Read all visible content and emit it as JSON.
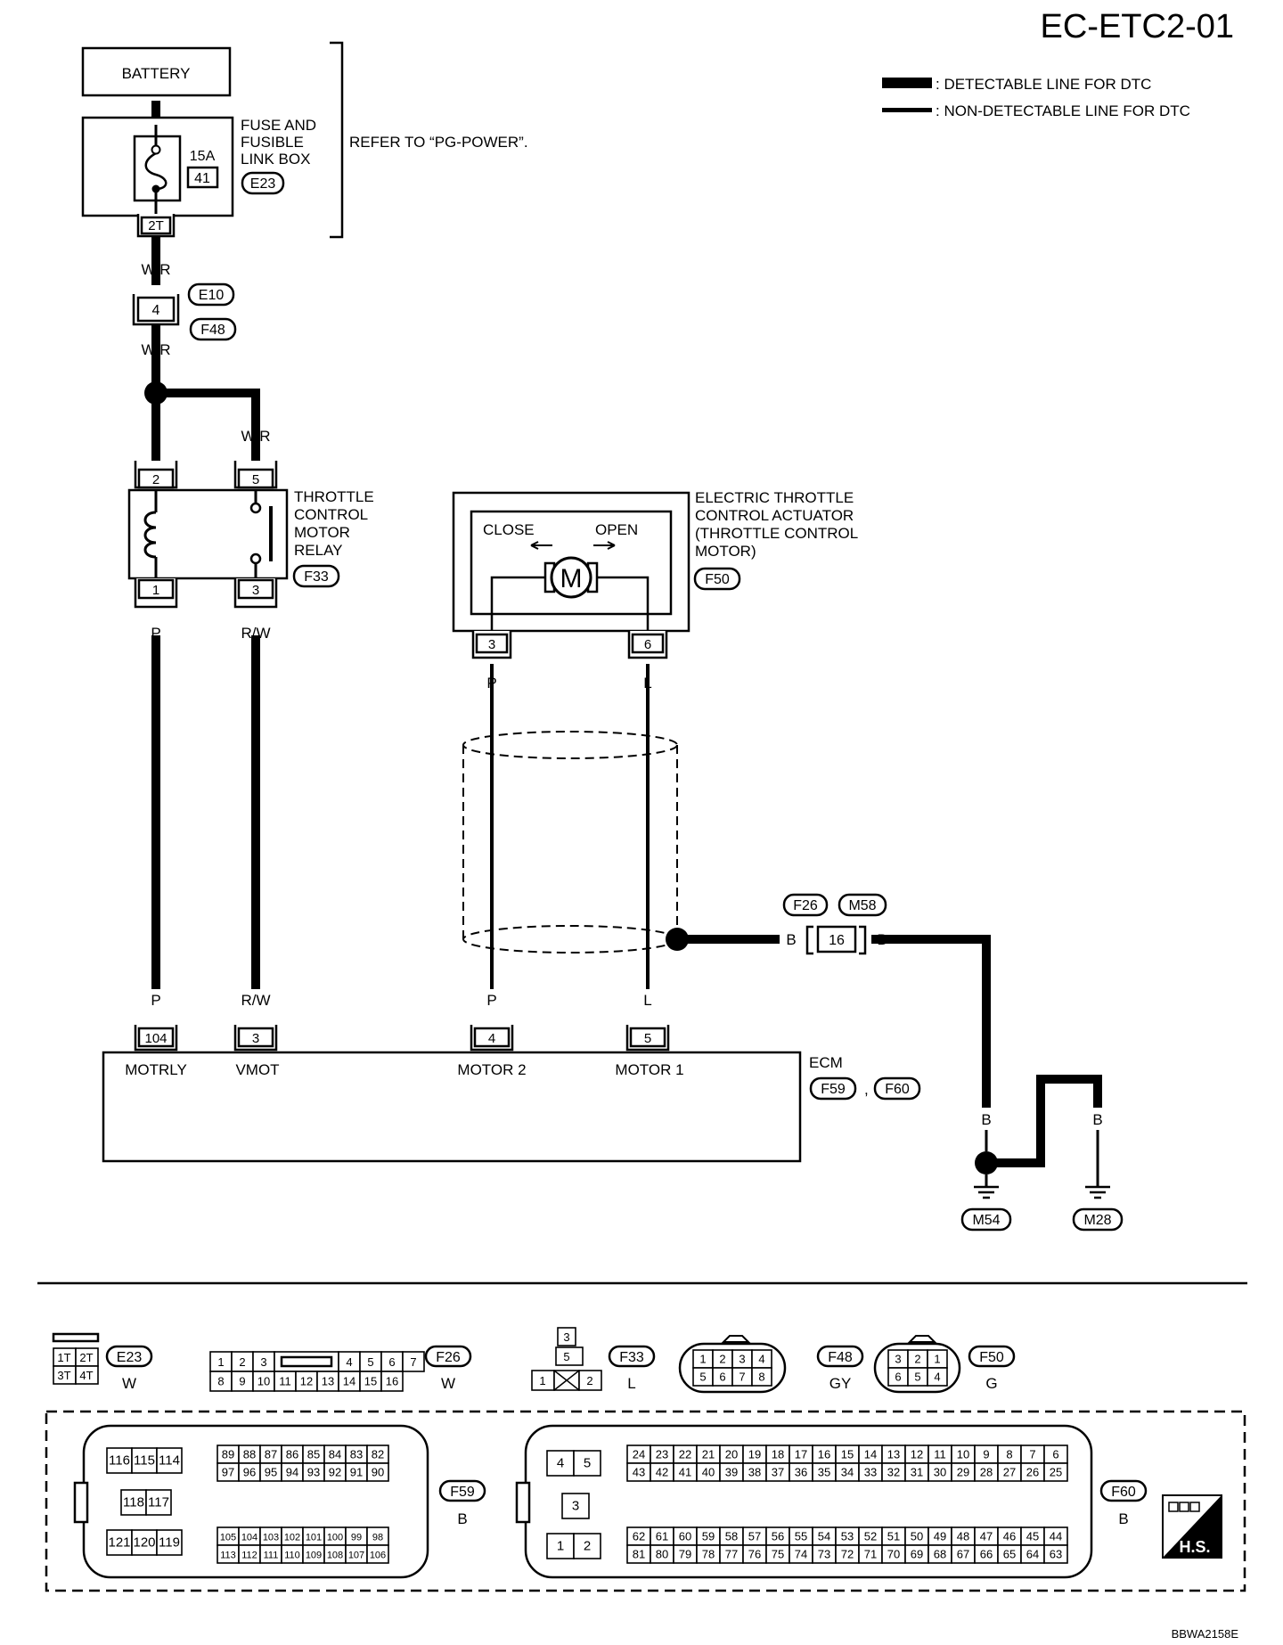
{
  "header": {
    "code": "EC-ETC2-01",
    "footer_code": "BBWA2158E"
  },
  "legend": {
    "detectable": ": DETECTABLE LINE FOR DTC",
    "non_detectable": ": NON-DETECTABLE LINE FOR DTC"
  },
  "power": {
    "battery": "BATTERY",
    "fuse_box_lines": [
      "FUSE AND",
      "FUSIBLE",
      "LINK BOX"
    ],
    "fuse_amp": "15A",
    "fuse_no": "41",
    "fuse_connector": "E23",
    "fuse_pin": "2T",
    "refer": "REFER TO “PG-POWER”."
  },
  "connectors": {
    "e10": "E10",
    "f48": "F48",
    "e10_pin": "4",
    "f33": "F33",
    "f50": "F50",
    "f26": "F26",
    "m58": "M58",
    "f26_pin": "16",
    "f59": "F59",
    "f60": "F60",
    "comma": ",",
    "m54": "M54",
    "m28": "M28"
  },
  "wires": {
    "wr": "W/R",
    "p": "P",
    "rw": "R/W",
    "l": "L",
    "b": "B"
  },
  "relay": {
    "lines": [
      "THROTTLE",
      "CONTROL",
      "MOTOR",
      "RELAY"
    ],
    "pins": {
      "p2": "2",
      "p5": "5",
      "p1": "1",
      "p3": "3"
    }
  },
  "actuator": {
    "lines": [
      "ELECTRIC THROTTLE",
      "CONTROL ACTUATOR",
      "(THROTTLE CONTROL",
      "MOTOR)"
    ],
    "close": "CLOSE",
    "open": "OPEN",
    "motor": "M",
    "pin3": "3",
    "pin6": "6"
  },
  "ecm": {
    "title": "ECM",
    "terminals": [
      {
        "pin": "104",
        "label": "MOTRLY"
      },
      {
        "pin": "3",
        "label": "VMOT"
      },
      {
        "pin": "4",
        "label": "MOTOR 2"
      },
      {
        "pin": "5",
        "label": "MOTOR 1"
      }
    ]
  },
  "connector_views": {
    "e23": {
      "id": "E23",
      "color": "W",
      "cells": [
        "1T",
        "2T",
        "3T",
        "4T"
      ]
    },
    "f26": {
      "id": "F26",
      "color": "W",
      "top": [
        "1",
        "2",
        "3",
        "4",
        "5",
        "6",
        "7"
      ],
      "bottom": [
        "8",
        "9",
        "10",
        "11",
        "12",
        "13",
        "14",
        "15",
        "16"
      ]
    },
    "f33": {
      "id": "F33",
      "color": "L",
      "cells": [
        "3",
        "5",
        "1",
        "2"
      ]
    },
    "f48": {
      "id": "F48",
      "color": "GY",
      "top": [
        "1",
        "2",
        "3",
        "4"
      ],
      "bottom": [
        "5",
        "6",
        "7",
        "8"
      ]
    },
    "f50": {
      "id": "F50",
      "color": "G",
      "top": [
        "3",
        "2",
        "1"
      ],
      "bottom": [
        "6",
        "5",
        "4"
      ]
    },
    "f59": {
      "id": "F59",
      "color": "B",
      "big_top": [
        "116",
        "115",
        "114"
      ],
      "big_mid": [
        "118",
        "117"
      ],
      "big_bottom": [
        "121",
        "120",
        "119"
      ],
      "r1": [
        "89",
        "88",
        "87",
        "86",
        "85",
        "84",
        "83",
        "82"
      ],
      "r2": [
        "97",
        "96",
        "95",
        "94",
        "93",
        "92",
        "91",
        "90"
      ],
      "r3": [
        "105",
        "104",
        "103",
        "102",
        "101",
        "100",
        "99",
        "98"
      ],
      "r4": [
        "113",
        "112",
        "111",
        "110",
        "109",
        "108",
        "107",
        "106"
      ]
    },
    "f60": {
      "id": "F60",
      "color": "B",
      "big_top": [
        "4",
        "5"
      ],
      "big_mid": [
        "3"
      ],
      "big_bottom": [
        "1",
        "2"
      ],
      "r1": [
        "24",
        "23",
        "22",
        "21",
        "20",
        "19",
        "18",
        "17",
        "16",
        "15",
        "14",
        "13",
        "12",
        "11",
        "10",
        "9",
        "8",
        "7",
        "6"
      ],
      "r2": [
        "43",
        "42",
        "41",
        "40",
        "39",
        "38",
        "37",
        "36",
        "35",
        "34",
        "33",
        "32",
        "31",
        "30",
        "29",
        "28",
        "27",
        "26",
        "25"
      ],
      "r3": [
        "62",
        "61",
        "60",
        "59",
        "58",
        "57",
        "56",
        "55",
        "54",
        "53",
        "52",
        "51",
        "50",
        "49",
        "48",
        "47",
        "46",
        "45",
        "44"
      ],
      "r4": [
        "81",
        "80",
        "79",
        "78",
        "77",
        "76",
        "75",
        "74",
        "73",
        "72",
        "71",
        "70",
        "69",
        "68",
        "67",
        "66",
        "65",
        "64",
        "63"
      ]
    },
    "hs": "H.S."
  }
}
